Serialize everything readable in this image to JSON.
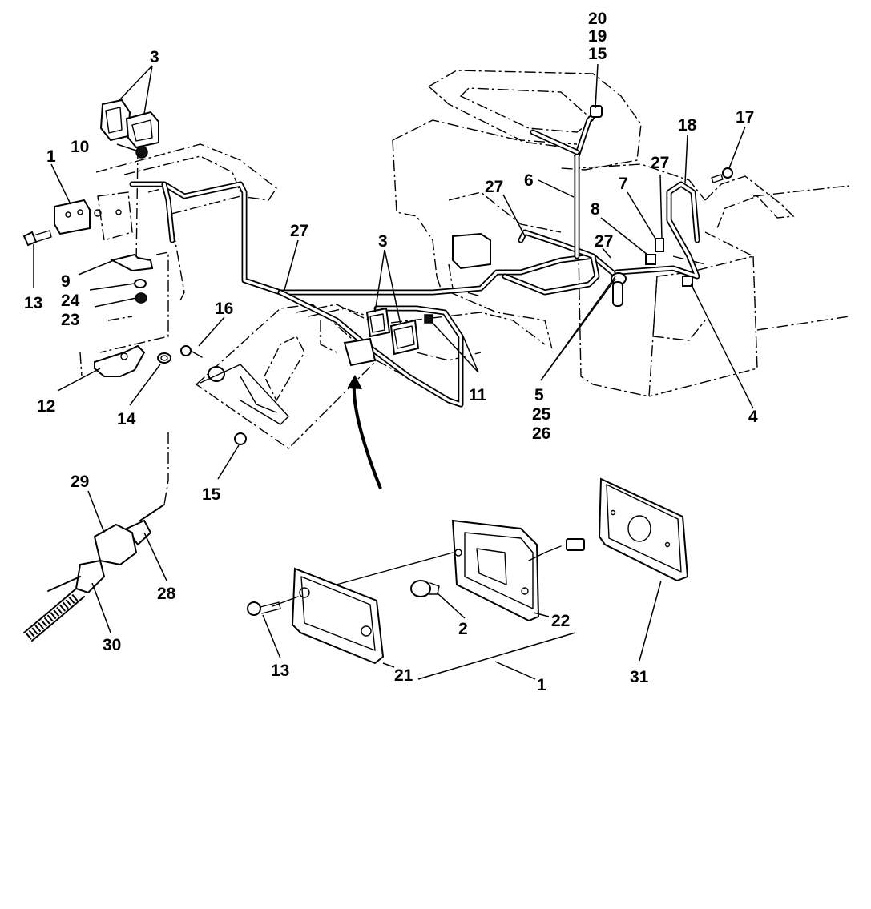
{
  "diagram": {
    "callouts": {
      "label_1a": "1",
      "label_1b": "1",
      "label_2": "2",
      "label_3a": "3",
      "label_3b": "3",
      "label_4": "4",
      "label_5": "5",
      "label_6": "6",
      "label_7": "7",
      "label_8": "8",
      "label_9": "9",
      "label_10": "10",
      "label_11": "11",
      "label_12": "12",
      "label_13a": "13",
      "label_13b": "13",
      "label_14": "14",
      "label_15a": "15",
      "label_15b": "15",
      "label_16": "16",
      "label_17": "17",
      "label_18": "18",
      "label_19": "19",
      "label_20": "20",
      "label_21": "21",
      "label_22": "22",
      "label_23": "23",
      "label_24": "24",
      "label_25": "25",
      "label_26": "26",
      "label_27a": "27",
      "label_27b": "27",
      "label_27c": "27",
      "label_27d": "27",
      "label_28": "28",
      "label_29": "29",
      "label_30": "30",
      "label_31": "31"
    }
  }
}
